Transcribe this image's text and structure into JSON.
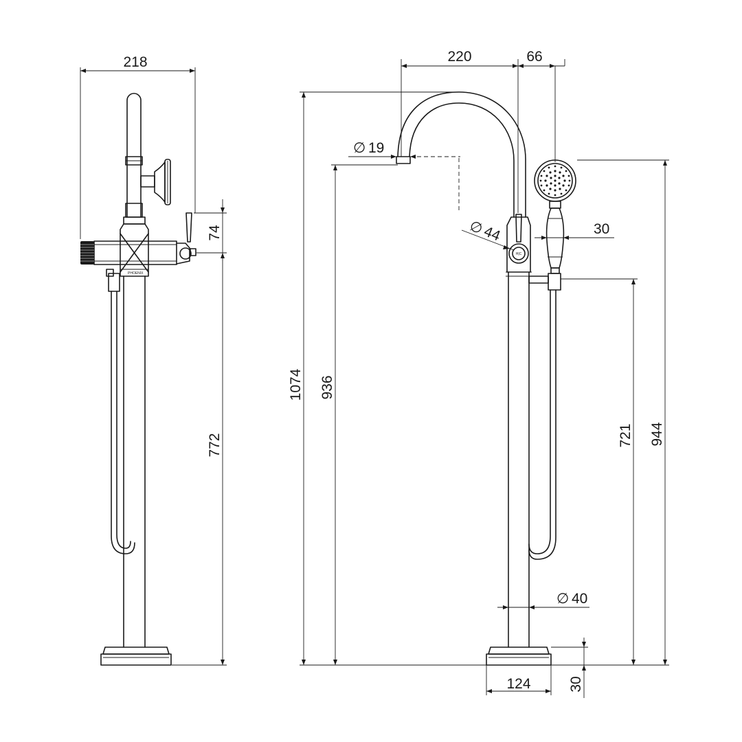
{
  "dimensions": {
    "side_width": "218",
    "side_handle_height": "74",
    "side_body_height": "772",
    "spout_reach": "220",
    "shower_offset": "66",
    "spout_outlet_diameter": "19",
    "handle_diameter": "44",
    "handshower_diameter": "30",
    "overall_height": "1074",
    "spout_outlet_height": "936",
    "holder_height": "721",
    "handshower_top_height": "944",
    "column_diameter": "40",
    "base_diameter": "124",
    "base_height": "30"
  },
  "diameter_symbol": "∅",
  "labels": {
    "brand_mark": "PHOENIX",
    "handle_mark": "H|C"
  }
}
